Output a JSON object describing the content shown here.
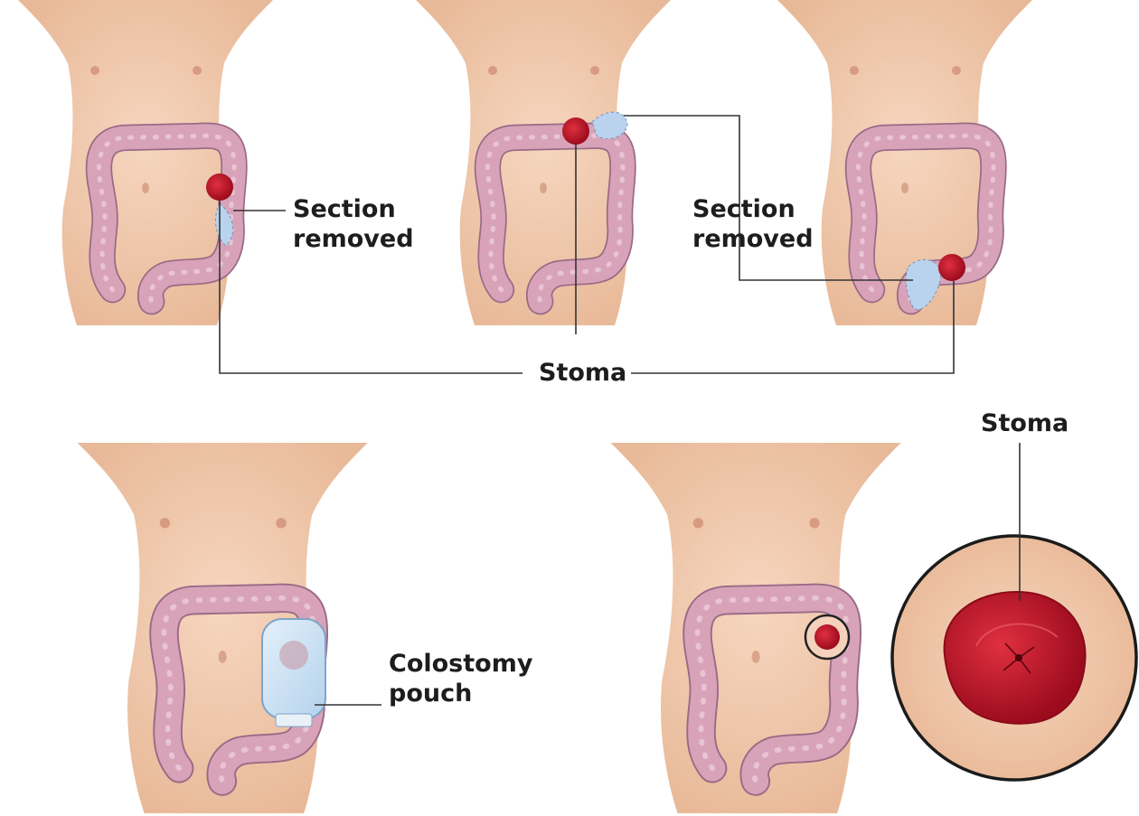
{
  "labels": {
    "section_removed_1": [
      "Section",
      "removed"
    ],
    "section_removed_2": [
      "Section",
      "removed"
    ],
    "stoma_shared": "Stoma",
    "colostomy_pouch": [
      "Colostomy",
      "pouch"
    ],
    "stoma_zoom": "Stoma"
  },
  "colors": {
    "skin": "#f1c9ad",
    "skin_shadow": "#e2b08f",
    "colon": "#d8a3b9",
    "colon_outline": "#9a6a86",
    "stoma": "#c0152a",
    "removed_section": "#b9d3ee",
    "pouch": "#cfe4f5",
    "leader_line": "#333333"
  },
  "panels": [
    {
      "name": "colostomy-transverse-descending",
      "stoma_site": "upper-left descending colon"
    },
    {
      "name": "colostomy-transverse",
      "stoma_site": "transverse colon"
    },
    {
      "name": "colostomy-sigmoid",
      "stoma_site": "sigmoid colon"
    },
    {
      "name": "colostomy-with-pouch",
      "device": "colostomy pouch"
    },
    {
      "name": "stoma-close-up",
      "detail": "magnified stoma"
    }
  ]
}
